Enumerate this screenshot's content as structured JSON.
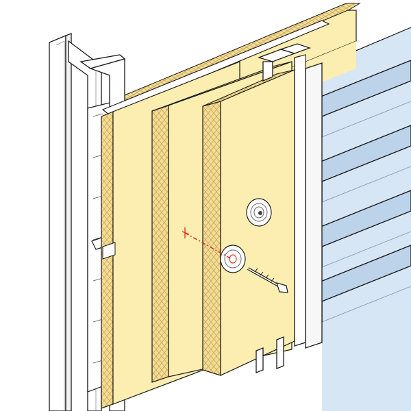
{
  "diagram": {
    "kind": "isometric-construction-detail",
    "components": [
      {
        "id": "steel-column",
        "label": "",
        "shape": "i-beam"
      },
      {
        "id": "liner-tray",
        "label": "",
        "shape": "cassette-profile"
      },
      {
        "id": "insulation-layer-1",
        "label": "",
        "material": "mineral-wool"
      },
      {
        "id": "insulation-layer-2",
        "label": "",
        "material": "mineral-wool"
      },
      {
        "id": "insulation-layer-3",
        "label": "",
        "material": "mineral-wool"
      },
      {
        "id": "spacer-rail",
        "label": "",
        "shape": "z-profile"
      },
      {
        "id": "trapezoidal-cladding",
        "label": "",
        "shape": "trapezoidal-sheet"
      },
      {
        "id": "insulation-fixing-upper",
        "label": "",
        "shape": "washer-plate"
      },
      {
        "id": "insulation-fixing-lower",
        "label": "",
        "shape": "washer-plate"
      },
      {
        "id": "fixing-screw",
        "label": "",
        "shape": "screw"
      }
    ],
    "colors": {
      "insulation_fill": "#fbeeb0",
      "insulation_edge": "#f0d78a",
      "insulation_texture": "#c8a45a",
      "cladding_fill": "#d7e6f5",
      "cladding_shade": "#bcd3ea",
      "steel_fill": "#ffffff",
      "outline": "#1a1a1a",
      "fixing_axis": "#e0342c"
    }
  }
}
